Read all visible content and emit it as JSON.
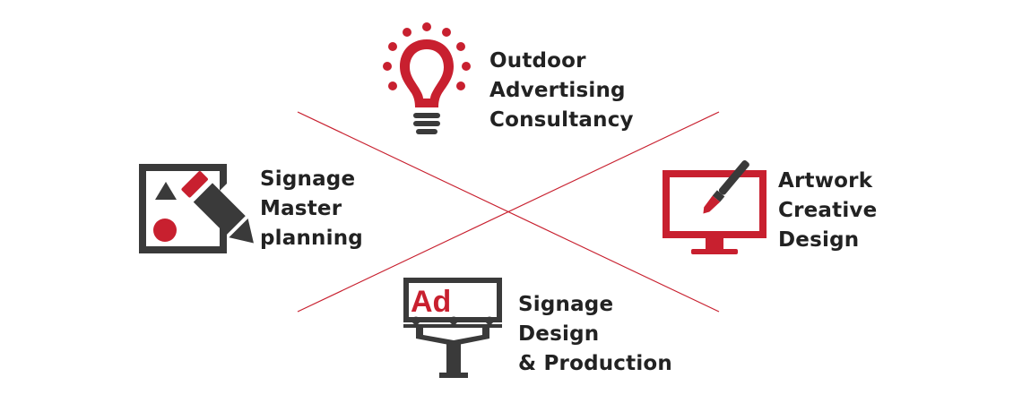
{
  "colors": {
    "red": "#c8202f",
    "dark": "#3a3a3a",
    "line": "#c8202f"
  },
  "items": [
    {
      "id": "outdoor",
      "icon": "lightbulb-icon",
      "lines": [
        "Outdoor",
        "Advertising",
        "Consultancy"
      ]
    },
    {
      "id": "masterplan",
      "icon": "planning-board-icon",
      "lines": [
        "Signage",
        "Master",
        "planning"
      ]
    },
    {
      "id": "artwork",
      "icon": "monitor-paintbrush-icon",
      "lines": [
        "Artwork",
        "Creative",
        "Design"
      ]
    },
    {
      "id": "production",
      "icon": "billboard-icon",
      "lines": [
        "Signage",
        "Design",
        "& Production"
      ],
      "billboard_text": "Ad"
    }
  ]
}
